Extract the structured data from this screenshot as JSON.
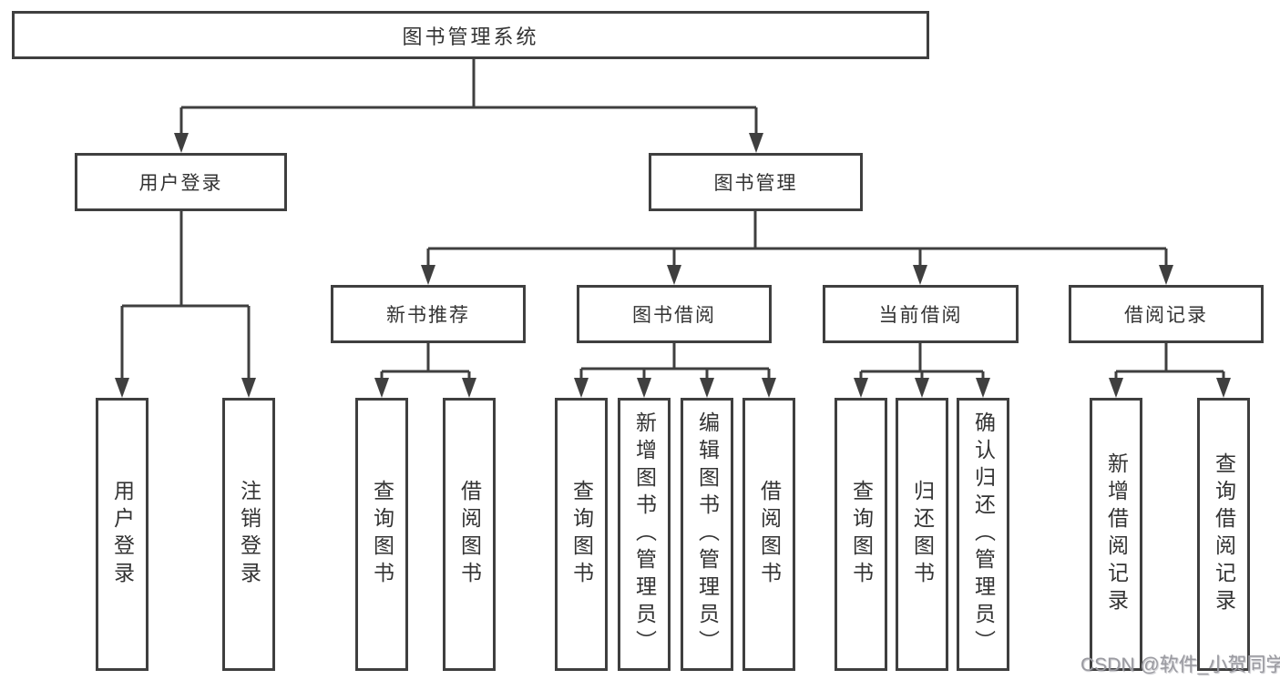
{
  "diagram": {
    "colors": {
      "line": "#3f3f3f",
      "text": "#333333",
      "background": "#ffffff",
      "watermark": "#9a9aa0"
    },
    "tree": {
      "label": "图书管理系统",
      "children": [
        {
          "label": "用户登录",
          "children": [
            {
              "label": "用户登录"
            },
            {
              "label": "注销登录"
            }
          ]
        },
        {
          "label": "图书管理",
          "children": [
            {
              "label": "新书推荐",
              "children": [
                {
                  "label": "查询图书"
                },
                {
                  "label": "借阅图书"
                }
              ]
            },
            {
              "label": "图书借阅",
              "children": [
                {
                  "label": "查询图书"
                },
                {
                  "label": "新增图书（管理员）"
                },
                {
                  "label": "编辑图书（管理员）"
                },
                {
                  "label": "借阅图书"
                }
              ]
            },
            {
              "label": "当前借阅",
              "children": [
                {
                  "label": "查询图书"
                },
                {
                  "label": "归还图书"
                },
                {
                  "label": "确认归还（管理员）"
                }
              ]
            },
            {
              "label": "借阅记录",
              "children": [
                {
                  "label": "新增借阅记录"
                },
                {
                  "label": "查询借阅记录"
                }
              ]
            }
          ]
        }
      ]
    }
  },
  "watermark": {
    "text": "CSDN @软件_小贺同学"
  }
}
